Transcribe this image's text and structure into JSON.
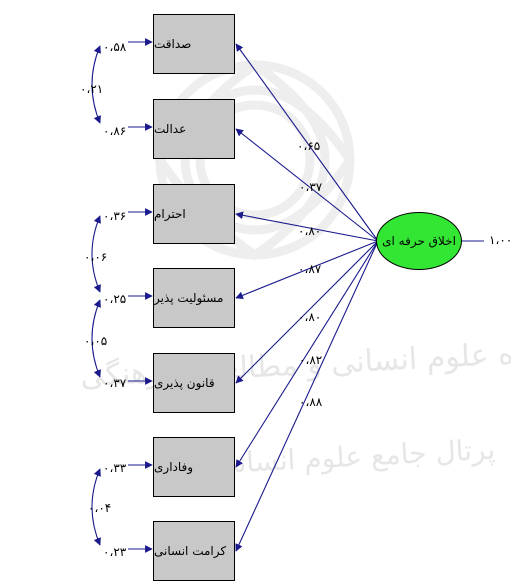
{
  "latent": {
    "label": "اخلاق حرفه ای",
    "variance": "۱،۰۰"
  },
  "indicators": [
    {
      "label": "صداقت",
      "error": "۰،۵۸",
      "loading": "۰،۶۵"
    },
    {
      "label": "عدالت",
      "error": "۰،۸۶",
      "loading": "۰،۳۷"
    },
    {
      "label": "احترام",
      "error": "۰،۳۶",
      "loading": "۰،۸۰"
    },
    {
      "label": "مسئولیت پذیر",
      "error": "۰،۲۵",
      "loading": "۰،۸۷"
    },
    {
      "label": "قانون پذیری",
      "error": "۰،۳۷",
      "loading": "۰،۸۰"
    },
    {
      "label": "وفاداری",
      "error": "۰،۳۳",
      "loading": "۰،۸۲"
    },
    {
      "label": "کرامت انسانی",
      "error": "۰،۲۳",
      "loading": "۰،۸۸"
    }
  ],
  "covariances": [
    {
      "between": [
        "صداقت",
        "عدالت"
      ],
      "value": "۰،۲۱"
    },
    {
      "between": [
        "احترام",
        "مسئولیت پذیر"
      ],
      "value": "۰،۰۶"
    },
    {
      "between": [
        "مسئولیت پذیر",
        "قانون پذیری"
      ],
      "value": "۰،۰۵"
    },
    {
      "between": [
        "وفاداری",
        "کرامت انسانی"
      ],
      "value": "۰،۰۴"
    }
  ],
  "watermark": {
    "line1": "پژوهشگاه علوم انسانی و مطالعات فرهنگی",
    "line2": "پرتال جامع علوم انسانی"
  },
  "colors": {
    "latent_fill": "#33e633",
    "box_fill": "#c8c8c8",
    "arrow": "#1a1a8c",
    "cov_arrow": "#1a1a8c"
  }
}
